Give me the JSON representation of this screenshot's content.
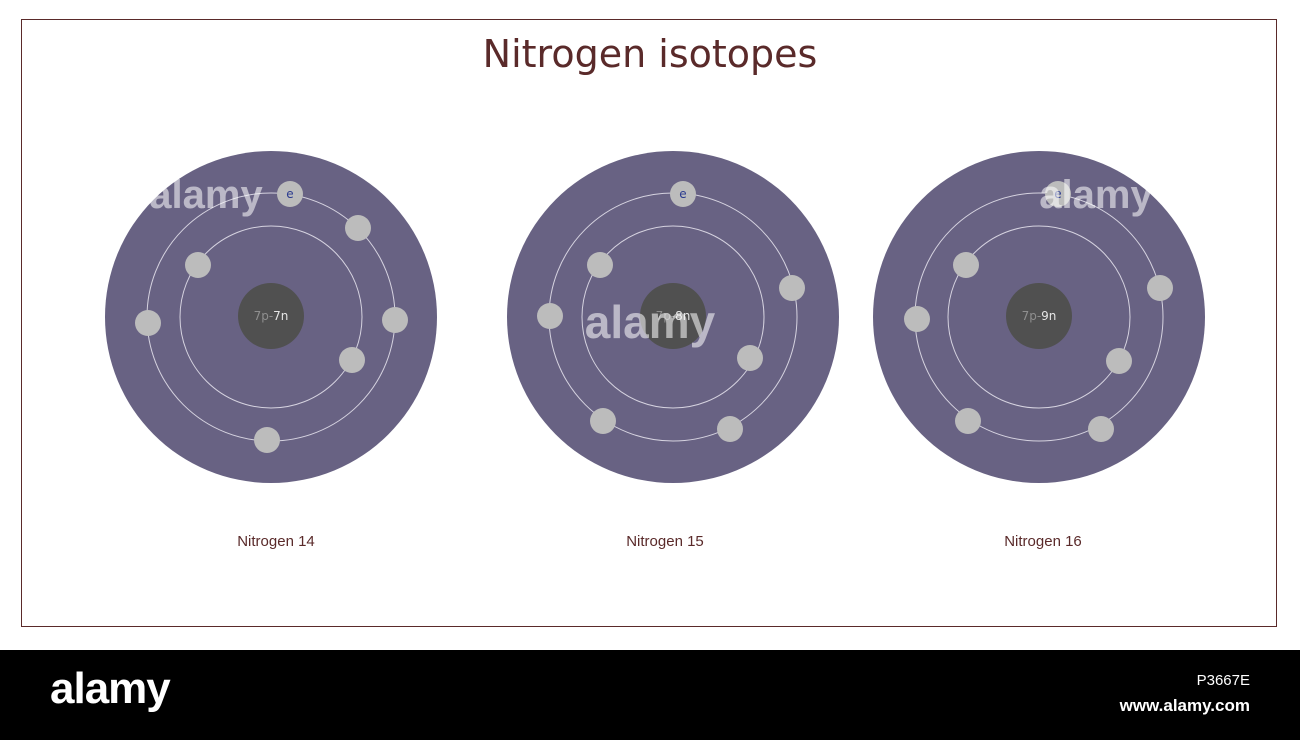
{
  "title": "Nitrogen isotopes",
  "colors": {
    "atom_fill": "#686283",
    "nucleus_fill": "#505050",
    "electron_fill": "#bcbcbc",
    "orbit_stroke": "#d6d3e0",
    "text_accent": "#5a2a2a",
    "electron_label": "#2b3b8f"
  },
  "electron_symbol": "e",
  "atoms": [
    {
      "label": "Nitrogen 14",
      "protons": "7p",
      "neutrons": "7n",
      "separator": "-"
    },
    {
      "label": "Nitrogen 15",
      "protons": "7p",
      "neutrons": "8n",
      "separator": "-"
    },
    {
      "label": "Nitrogen 16",
      "protons": "7p",
      "neutrons": "9n",
      "separator": "-"
    }
  ],
  "watermark": {
    "text": "alamy",
    "image_id": "P3667E",
    "url": "www.alamy.com"
  }
}
